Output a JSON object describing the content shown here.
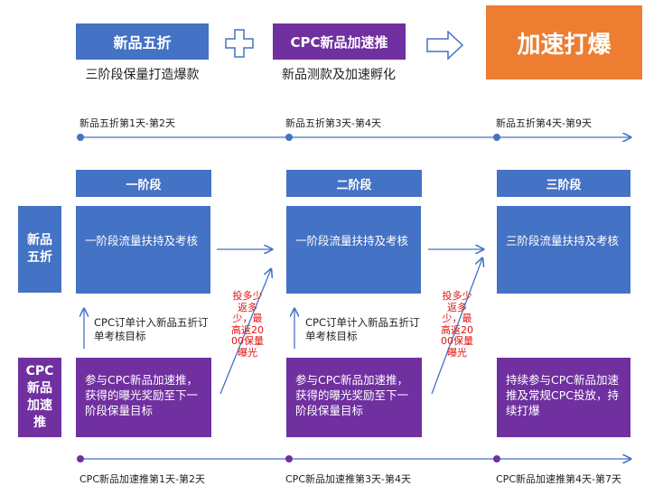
{
  "header": {
    "box1": "新品五折",
    "box1_sub": "三阶段保量打造爆款",
    "box2": "CPC新品加速推",
    "box2_sub": "新品测款及加速孵化",
    "box3": "加速打爆",
    "plus_icon": "plus-icon",
    "arrow_icon": "right-arrow-icon"
  },
  "timeline_top": [
    "新品五折第1天-第2天",
    "新品五折第3天-第4天",
    "新品五折第4天-第9天"
  ],
  "timeline_bottom": [
    "CPC新品加速推第1天-第2天",
    "CPC新品加速推第3天-第4天",
    "CPC新品加速推第4天-第7天"
  ],
  "row_labels": {
    "wuzhe": "新品五折",
    "cpc": "CPC新品加速推"
  },
  "stages": [
    {
      "header": "一阶段",
      "body": "一阶段流量扶持及考核",
      "note": "CPC订单计入新品五折订单考核目标",
      "cpc": "参与CPC新品加速推，获得的曝光奖励至下一阶段保量目标"
    },
    {
      "header": "二阶段",
      "body": "一阶段流量扶持及考核",
      "note": "CPC订单计入新品五折订单考核目标",
      "cpc": "参与CPC新品加速推，获得的曝光奖励至下一阶段保量目标"
    },
    {
      "header": "三阶段",
      "body": "三阶段流量扶持及考核",
      "cpc": "持续参与CPC新品加速推及常规CPC投放，持续打爆"
    }
  ],
  "red_notes": [
    "投多少返多少，最高返2000保量曝光",
    "投多少返多少，最高返2000保量曝光"
  ],
  "colors": {
    "blue": "#4472c4",
    "purple": "#7030a0",
    "orange": "#ed7d31",
    "red": "#e01010",
    "arrow": "#4472c4"
  }
}
